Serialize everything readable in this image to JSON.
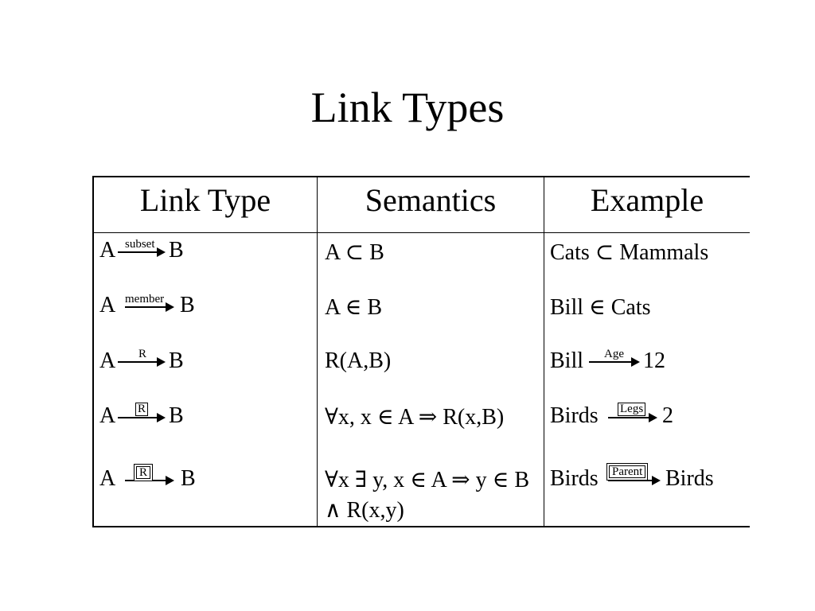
{
  "title": "Link Types",
  "table": {
    "headers": [
      "Link Type",
      "Semantics",
      "Example"
    ],
    "rows": [
      {
        "link_from": "A",
        "link_label": "subset",
        "link_to": "B",
        "semantics": "A ⊂ B",
        "ex_from": "Cats ⊂ Mammals",
        "ex_label": "",
        "ex_to": ""
      },
      {
        "link_from": "A",
        "link_label": "member",
        "link_to": "B",
        "semantics": "A ∈ B",
        "ex_from": "Bill ∈ Cats",
        "ex_label": "",
        "ex_to": ""
      },
      {
        "link_from": "A",
        "link_label": "R",
        "link_to": "B",
        "semantics": "R(A,B)",
        "ex_from": "Bill",
        "ex_label": "Age",
        "ex_to": "12"
      },
      {
        "link_from": "A",
        "link_label": "R",
        "link_to": "B",
        "semantics": "∀x, x ∈ A ⇒ R(x,B)",
        "ex_from": "Birds",
        "ex_label": "Legs",
        "ex_to": "2"
      },
      {
        "link_from": "A",
        "link_label": "R",
        "link_to": "B",
        "semantics": "∀x ∃ y, x ∈ A ⇒ y ∈ B ∧ R(x,y)",
        "ex_from": "Birds",
        "ex_label": "Parent",
        "ex_to": "Birds"
      }
    ]
  }
}
